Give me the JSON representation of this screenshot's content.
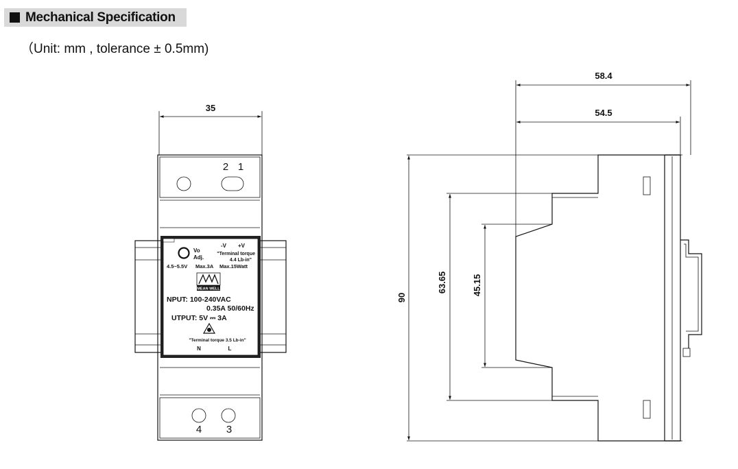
{
  "header": {
    "title": "Mechanical Specification"
  },
  "units_note": "（Unit: mm , tolerance ± 0.5mm)",
  "front_view": {
    "width_dim": "35",
    "top_terminals": [
      "2",
      "1"
    ],
    "bottom_terminals": [
      "4",
      "3"
    ],
    "label": {
      "vo_adj": [
        "Vo",
        "Adj."
      ],
      "polarity": [
        "-V",
        "+V"
      ],
      "torque_top": [
        "\"Terminal torque",
        "4.4 Lb-in\""
      ],
      "vo_range": "4.5~5.5V",
      "max_current": "Max.3A",
      "max_power": "Max.15Watt",
      "brand": "MEAN WELL",
      "input_line1": "NPUT: 100-240VAC",
      "input_line2": "0.35A  50/60Hz",
      "output_line": "UTPUT:  5V ⎓ 3A",
      "torque_bottom": "\"Terminal torque 3.5 Lb-in\"",
      "neutral": "N",
      "line": "L"
    }
  },
  "side_view": {
    "depth_total": "58.4",
    "depth_body": "54.5",
    "height_total": "90",
    "height_mid": "63.65",
    "height_inner": "45.15"
  }
}
